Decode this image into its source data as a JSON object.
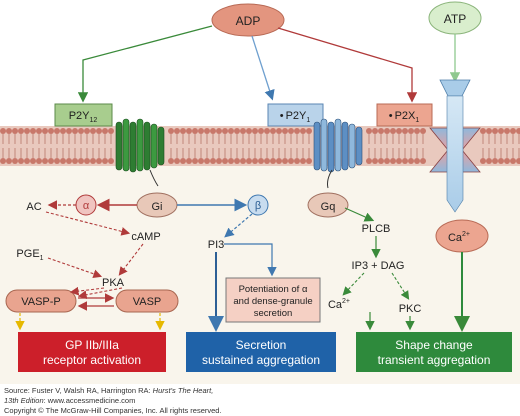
{
  "nodes": {
    "adp": "ADP",
    "atp": "ATP",
    "p2y12_main": "P2Y",
    "p2y12_sub": "12",
    "p2y1_bullet": "•",
    "p2y1_main": "P2Y",
    "p2y1_sub": "1",
    "p2x1_bullet": "•",
    "p2x1_main": "P2X",
    "p2x1_sub": "1",
    "ac": "AC",
    "alpha": "α",
    "gi": "Gi",
    "beta": "β",
    "gq": "Gq",
    "camp": "cAMP",
    "pge1_main": "PGE",
    "pge1_sub": "1",
    "pka": "PKA",
    "pi3": "PI3",
    "plcb": "PLCB",
    "ip3_dag": "IP3 + DAG",
    "ca_left_main": "Ca",
    "ca_left_sup": "2+",
    "pkc": "PKC",
    "ca_channel_main": "Ca",
    "ca_channel_sup": "2+",
    "vasp_p": "VASP-P",
    "vasp": "VASP",
    "potentiation_line1": "Potentiation of α",
    "potentiation_line2": "and dense-granule",
    "potentiation_line3": "secretion"
  },
  "outcomes": {
    "gp_line1": "GP IIb/IIIa",
    "gp_line2": "receptor activation",
    "secretion_line1": "Secretion",
    "secretion_line2": "sustained aggregation",
    "shape_line1": "Shape change",
    "shape_line2": "transient aggregation"
  },
  "source": {
    "prefix": "Source: Fuster V, Walsh RA, Harrington RA: ",
    "book": "Hurst's The Heart,",
    "edition": "13th Edition",
    "site": ": www.accessmedicine.com",
    "copyright": "Copyright © The McGraw-Hill Companies, Inc. All rights reserved."
  },
  "colors": {
    "background": "#f9f5ec",
    "membrane": "#c8786a",
    "adp_fill": "#e3957f",
    "atp_fill": "#d9eecd",
    "p2y12_fill": "#a8cd8e",
    "p2y1_fill": "#b9d3ea",
    "p2x1_fill": "#eca590",
    "green_arrow": "#3a8a3a",
    "blue_arrow": "#3f78b0",
    "red_arrow": "#b03a3a",
    "gp_box": "#cc1f2a",
    "secretion_box": "#1f62a8",
    "shape_box": "#2e8a3c"
  }
}
